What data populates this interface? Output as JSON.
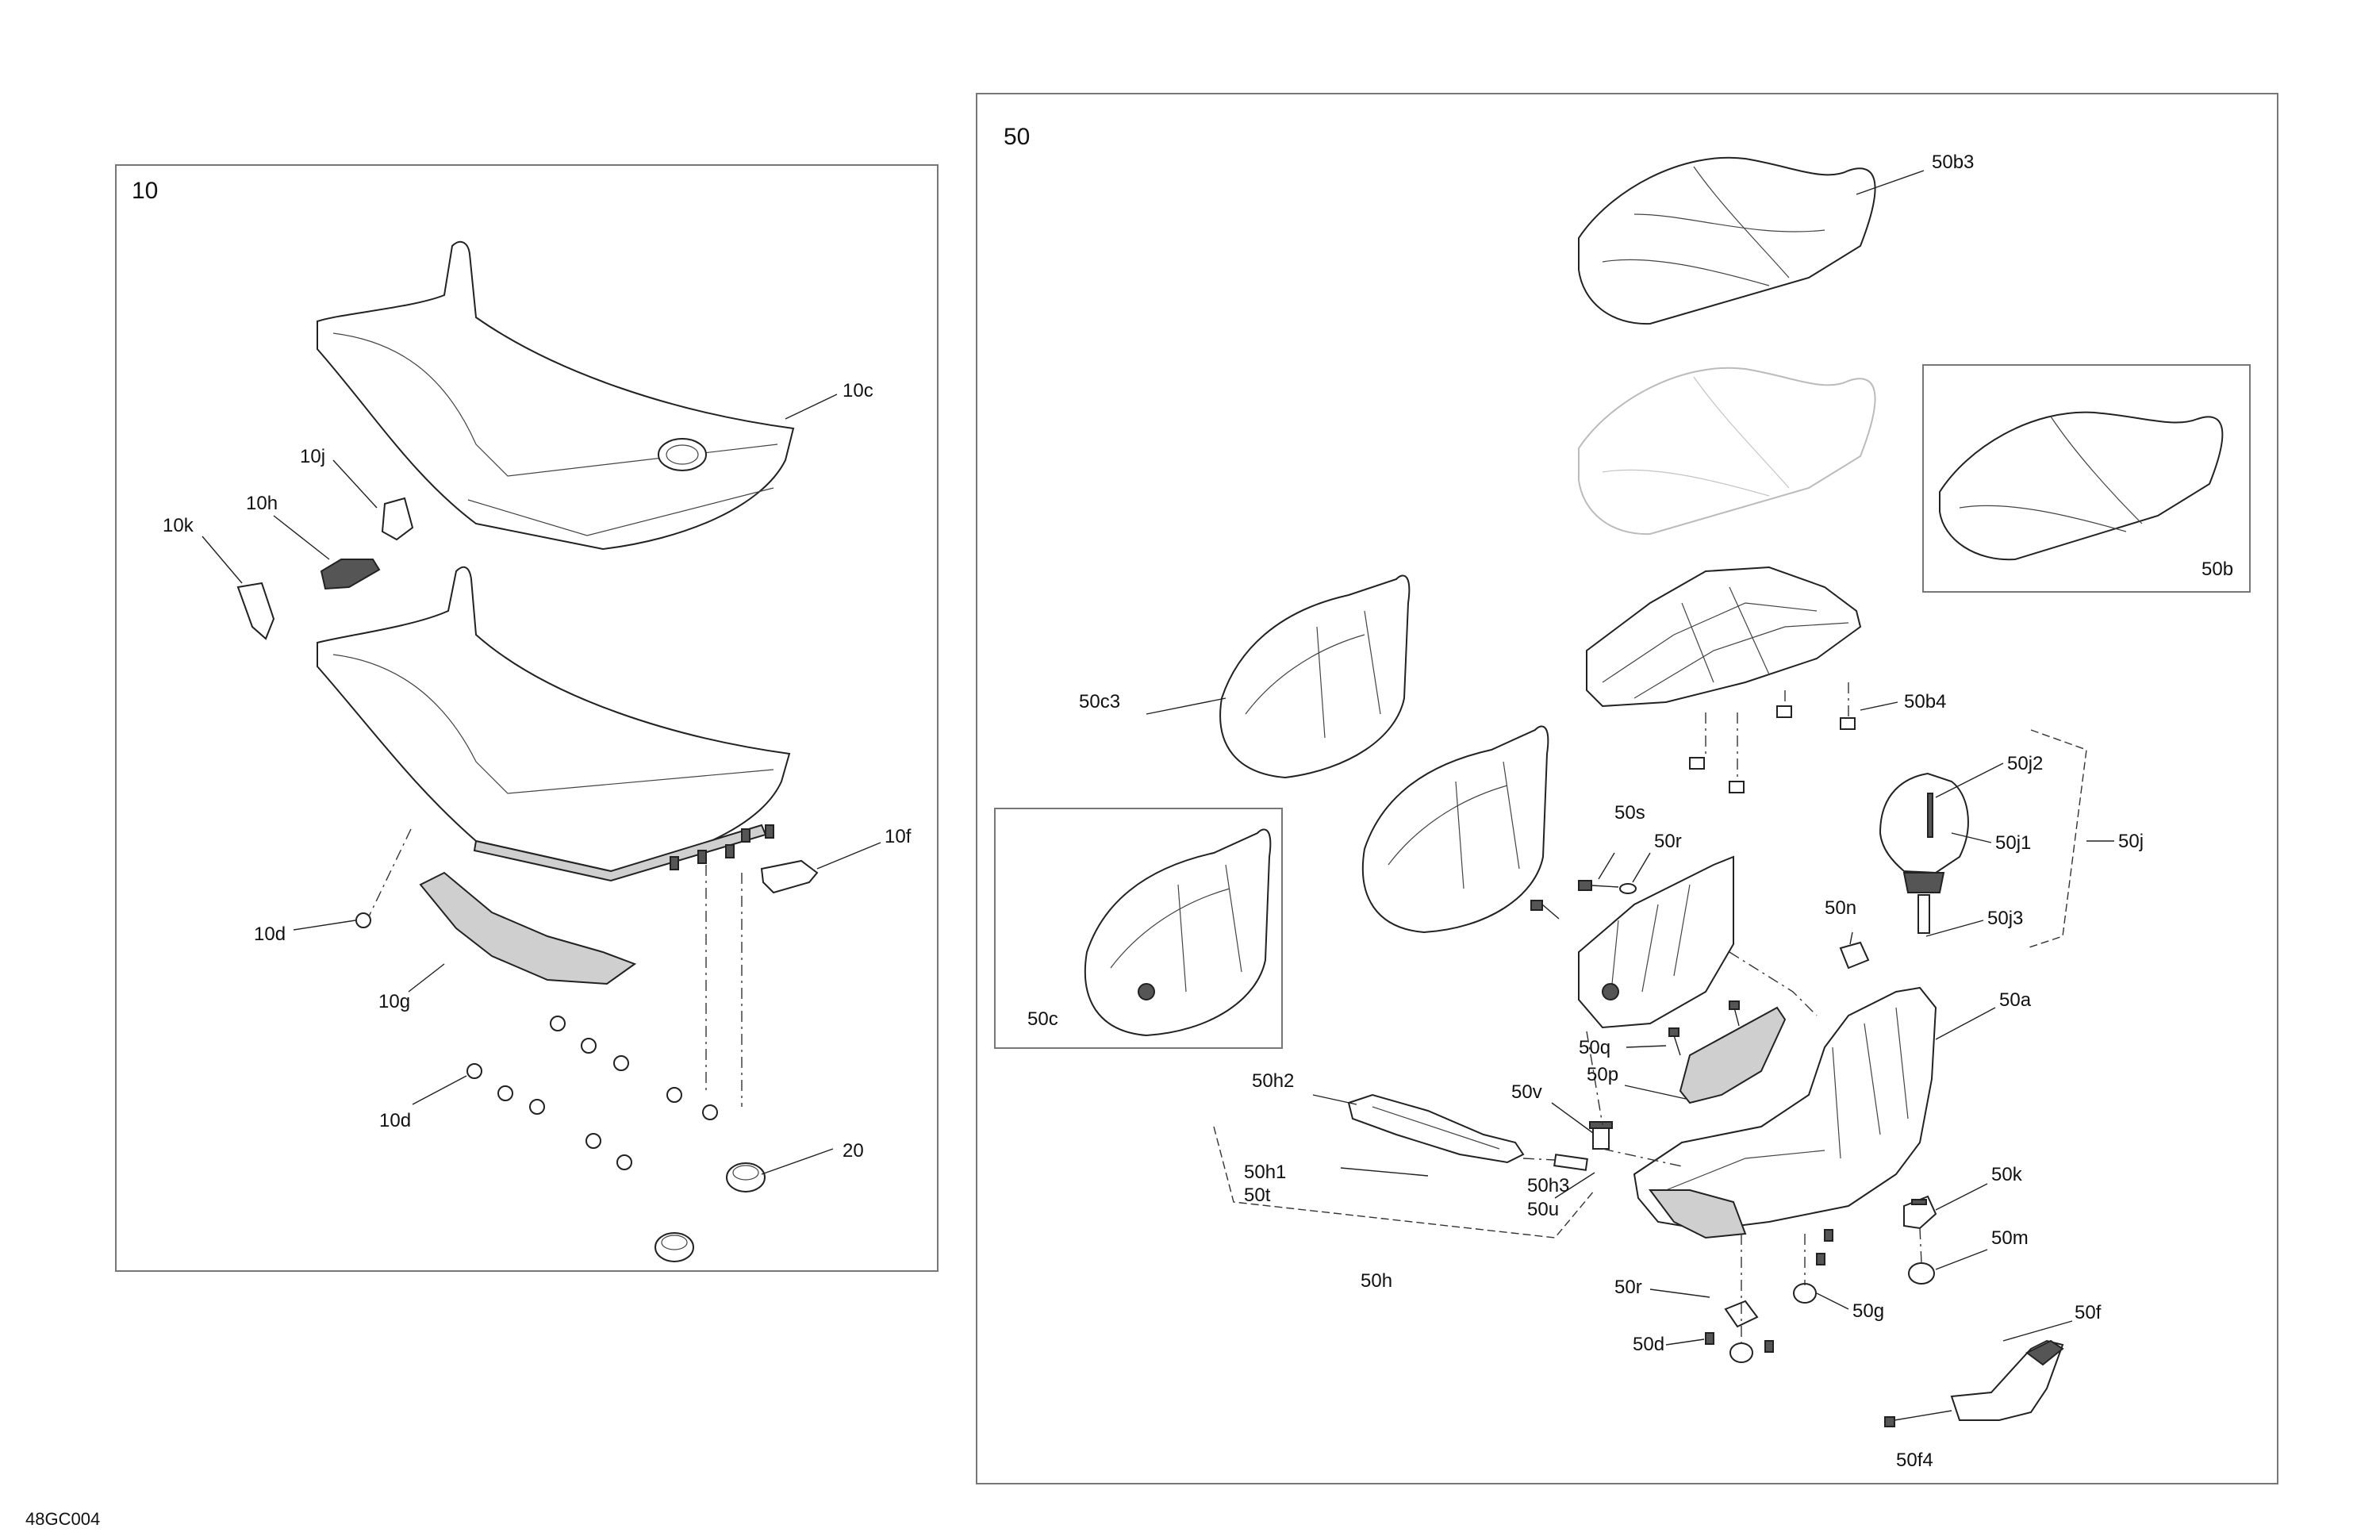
{
  "document_ref": "48GC004",
  "panels": {
    "left": {
      "number": "10"
    },
    "right": {
      "number": "50"
    }
  },
  "callouts": {
    "c10c": "10c",
    "c10j": "10j",
    "c10h": "10h",
    "c10k": "10k",
    "c10f": "10f",
    "c10d_a": "10d",
    "c10g": "10g",
    "c10d_b": "10d",
    "c20": "20",
    "c50b3": "50b3",
    "c50b": "50b",
    "c50c3": "50c3",
    "c50b4": "50b4",
    "c50j2": "50j2",
    "c50j1": "50j1",
    "c50j": "50j",
    "c50s": "50s",
    "c50r_a": "50r",
    "c50n": "50n",
    "c50j3": "50j3",
    "c50c": "50c",
    "c50a": "50a",
    "c50q": "50q",
    "c50h2": "50h2",
    "c50p": "50p",
    "c50v": "50v",
    "c50h1": "50h1",
    "c50t": "50t",
    "c50h3": "50h3",
    "c50u": "50u",
    "c50k": "50k",
    "c50m": "50m",
    "c50h": "50h",
    "c50r_b": "50r",
    "c50g": "50g",
    "c50f": "50f",
    "c50d": "50d",
    "c50f4": "50f4"
  }
}
